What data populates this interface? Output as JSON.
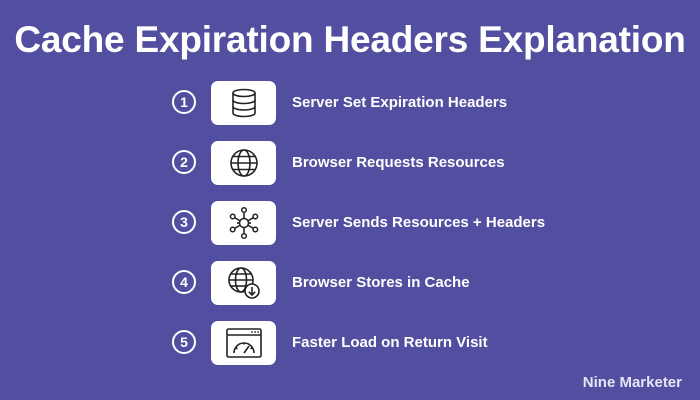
{
  "title": "Cache Expiration Headers Explanation",
  "steps": [
    {
      "number": "1",
      "label": "Server Set Expiration Headers",
      "icon": "database-icon"
    },
    {
      "number": "2",
      "label": "Browser Requests Resources",
      "icon": "globe-icon"
    },
    {
      "number": "3",
      "label": "Server Sends Resources + Headers",
      "icon": "network-hub-icon"
    },
    {
      "number": "4",
      "label": "Browser Stores in Cache",
      "icon": "globe-download-icon"
    },
    {
      "number": "5",
      "label": "Faster Load on Return Visit",
      "icon": "speedometer-window-icon"
    }
  ],
  "brand": "Nine Marketer",
  "colors": {
    "background": "#534fa0",
    "text": "#ffffff",
    "icon_box": "#ffffff",
    "icon_stroke": "#222222"
  }
}
